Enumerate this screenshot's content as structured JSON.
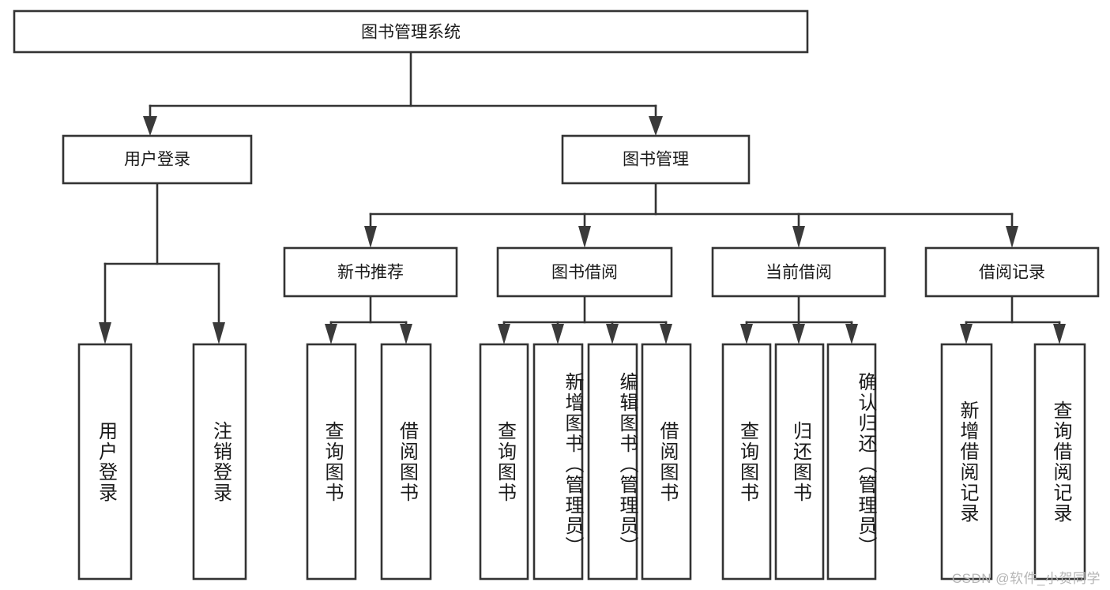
{
  "diagram": {
    "type": "tree",
    "title": "图书管理系统",
    "watermark": "CSDN @软件_小贺同学",
    "colors": {
      "background": "#ffffff",
      "box_fill": "#ffffff",
      "box_stroke": "#333333",
      "text": "#1a1a1a",
      "arrow": "#3a3a3a",
      "watermark": "#b4b4b4"
    },
    "levels": {
      "root": {
        "label": "图书管理系统"
      },
      "level2": [
        {
          "label": "用户登录"
        },
        {
          "label": "图书管理"
        }
      ],
      "level3": [
        {
          "label": "新书推荐"
        },
        {
          "label": "图书借阅"
        },
        {
          "label": "当前借阅"
        },
        {
          "label": "借阅记录"
        }
      ]
    },
    "leaves": {
      "user_login": [
        {
          "label": "用户登录"
        },
        {
          "label": "注销登录"
        }
      ],
      "new_book": [
        {
          "label": "查询图书"
        },
        {
          "label": "借阅图书"
        }
      ],
      "book_borrow": [
        {
          "label": "查询图书"
        },
        {
          "label": "新增图书（管理员）"
        },
        {
          "label": "编辑图书（管理员）"
        },
        {
          "label": "借阅图书"
        }
      ],
      "current_borrow": [
        {
          "label": "查询图书"
        },
        {
          "label": "归还图书"
        },
        {
          "label": "确认归还（管理员）"
        }
      ],
      "borrow_record": [
        {
          "label": "新增借阅记录"
        },
        {
          "label": "查询借阅记录"
        }
      ]
    }
  }
}
